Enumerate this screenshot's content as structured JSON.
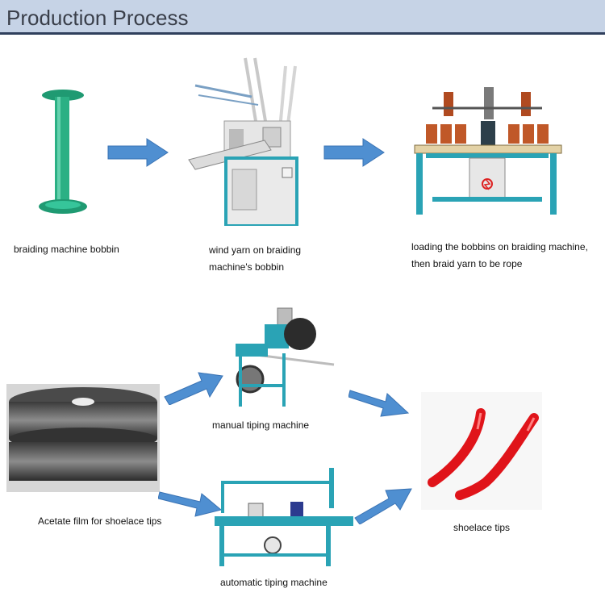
{
  "header": {
    "title": "Production Process"
  },
  "steps": {
    "bobbin": "braiding machine bobbin",
    "wind": "wind yarn on braiding machine's bobbin",
    "loading": "loading the bobbins on  braiding machine, then braid yarn to be rope",
    "acetate": "Acetate film for shoelace tips",
    "manual": "manual tiping machine",
    "automatic": "automatic tiping machine",
    "shoelace": "shoelace tips"
  },
  "colors": {
    "header_bg": "#c6d3e6",
    "header_rule": "#2f3f5c",
    "arrow": "#4f8fd1",
    "machine_teal": "#2aa3b5",
    "lace_red": "#e0141a"
  }
}
